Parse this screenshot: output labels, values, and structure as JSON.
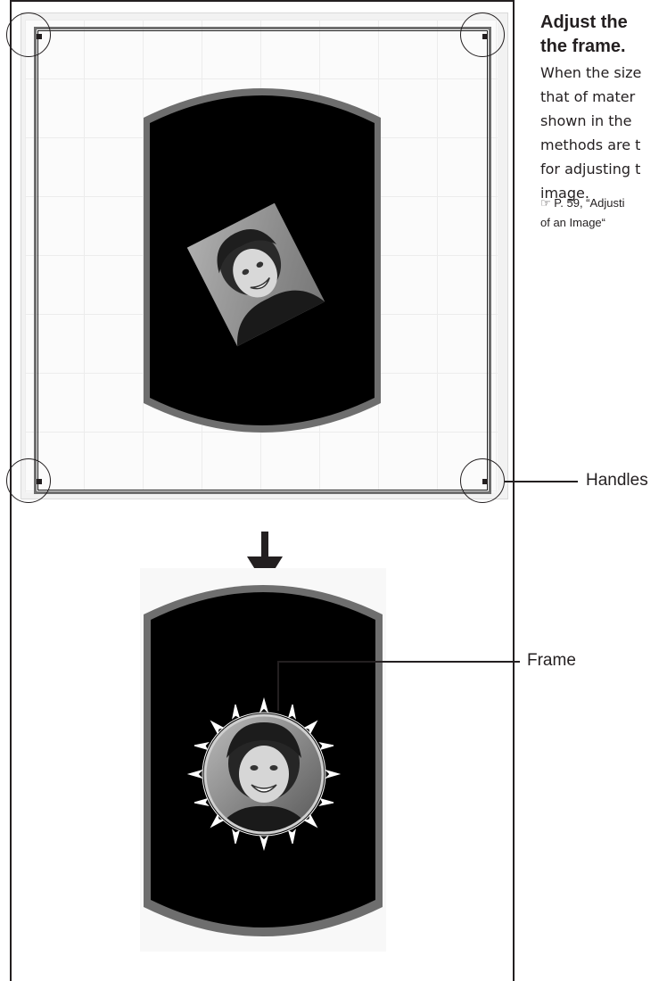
{
  "heading": {
    "line1": "Adjust the",
    "line2": "the frame."
  },
  "body": {
    "line1": "When the size",
    "line2": "that of mater",
    "line3": "shown in the",
    "line4": "methods are t",
    "line5": "for adjusting t",
    "line6": "image."
  },
  "reference": {
    "line1": "☞ P. 59, “Adjusti",
    "line2": "of an Image“"
  },
  "callouts": {
    "handles": "Handles",
    "frame": "Frame"
  }
}
